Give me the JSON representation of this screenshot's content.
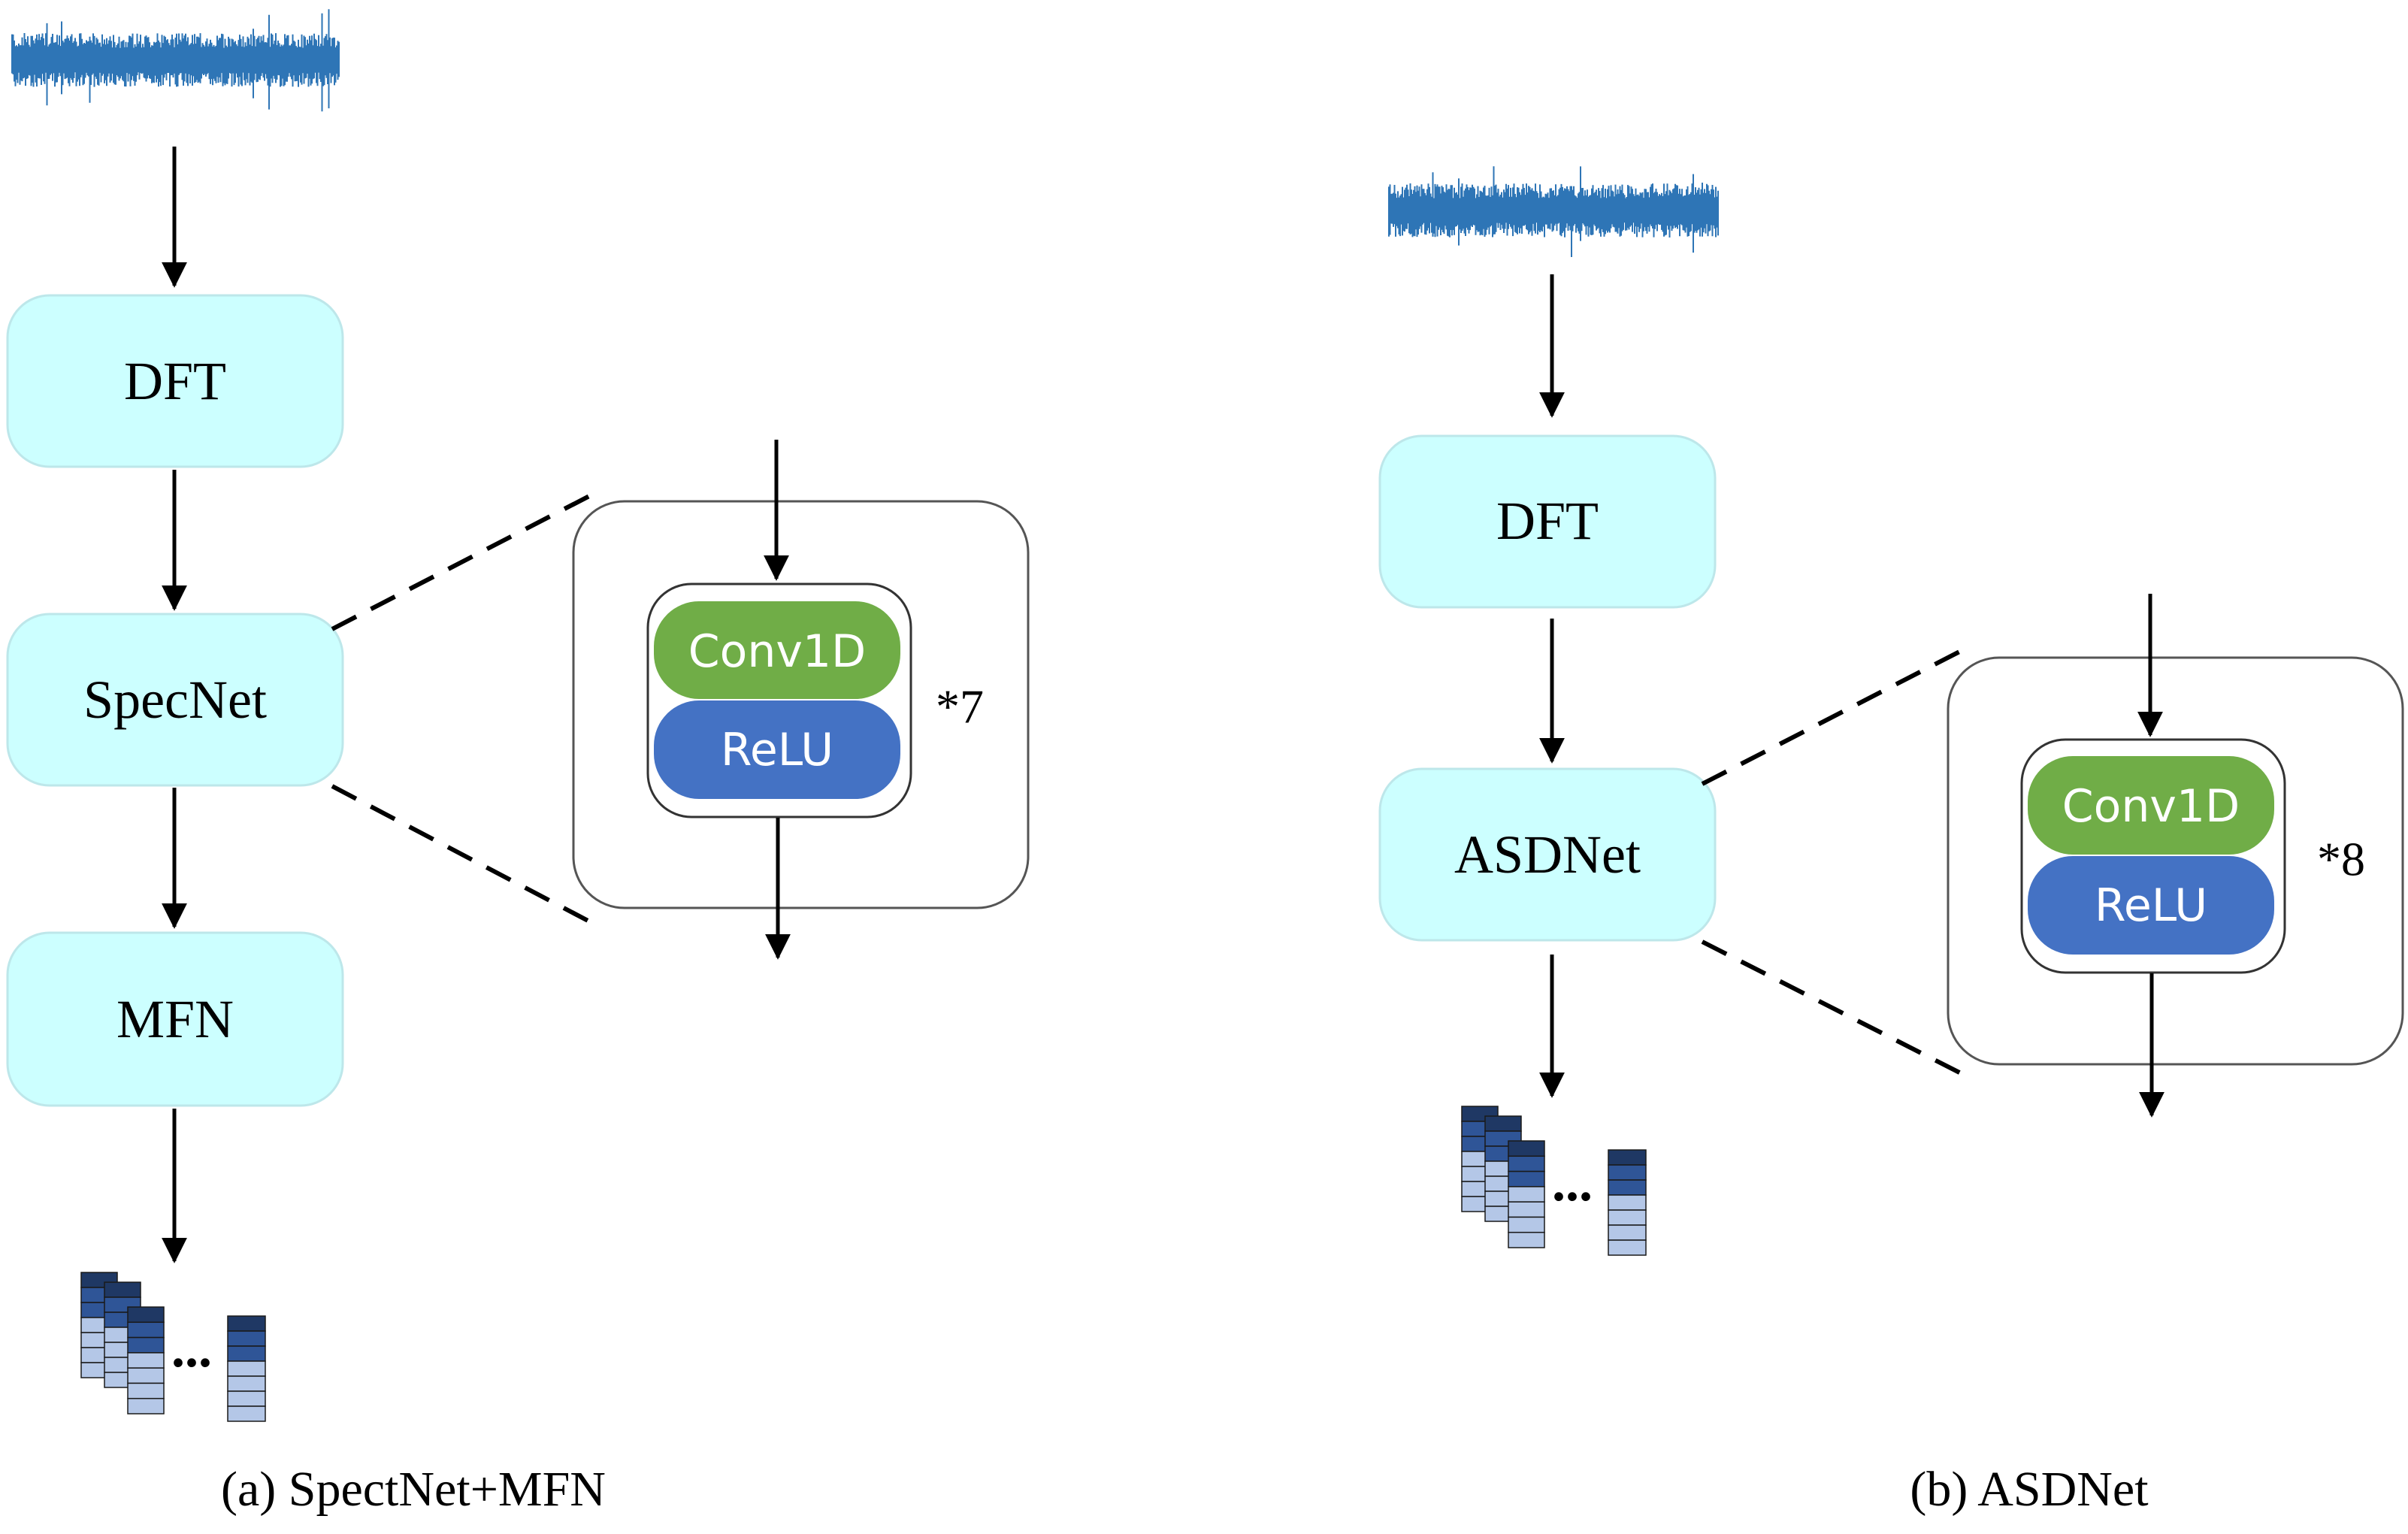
{
  "colors": {
    "process_box_fill": "#ccffff",
    "conv_fill": "#70ad47",
    "relu_fill": "#4472c4",
    "signal_color": "#2e75b6",
    "feature_dark": "#1f3864",
    "feature_mid": "#2f5597",
    "feature_light": "#b4c7e7"
  },
  "left_panel": {
    "steps": [
      "DFT",
      "SpecNet",
      "MFN"
    ],
    "detail": {
      "top_layer": "Conv1D",
      "bottom_layer": "ReLU",
      "repeat": "*7"
    },
    "output_ellipsis": "...",
    "caption": "(a) SpectNet+MFN"
  },
  "right_panel": {
    "steps": [
      "DFT",
      "ASDNet"
    ],
    "detail": {
      "top_layer": "Conv1D",
      "bottom_layer": "ReLU",
      "repeat": "*8"
    },
    "output_ellipsis": "...",
    "caption": "(b) ASDNet"
  }
}
